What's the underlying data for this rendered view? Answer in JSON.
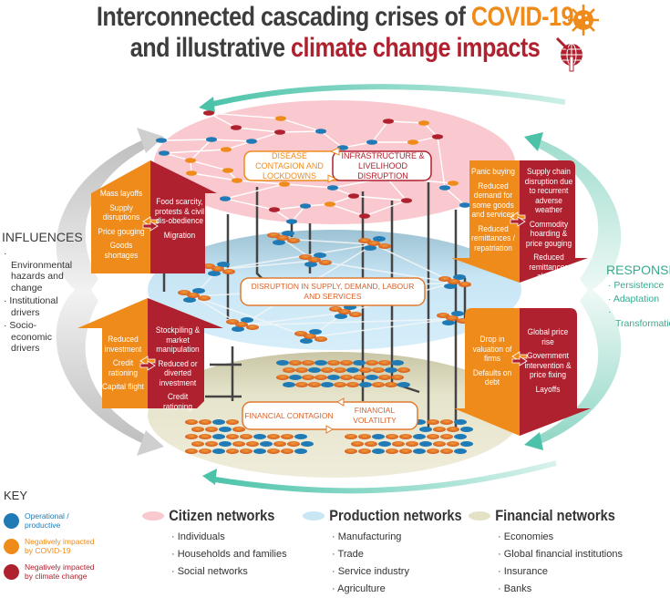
{
  "title": {
    "line1_prefix": "Interconnected cascading crises of ",
    "line1_highlight": "COVID-19",
    "line2_prefix": "and illustrative ",
    "line2_highlight": "climate change impacts"
  },
  "colors": {
    "covid_orange": "#ef8b1a",
    "climate_red": "#b0212f",
    "operational_blue": "#1f7ab5",
    "citizen_pink": "#f9c9cf",
    "production_blue": "#c9e6f5",
    "financial_beige": "#e4e2c4",
    "response_teal": "#4cc3a9"
  },
  "influences": {
    "title": "INFLUENCES",
    "items": [
      "Environmental hazards and change",
      "Institutional drivers",
      "Socio-economic drivers"
    ]
  },
  "responses": {
    "title": "RESPONSES",
    "items": [
      "Persistence",
      "Adaptation",
      "Transformation"
    ]
  },
  "layers": {
    "citizen": {
      "label_left": "DISEASE CONTAGION AND LOCKDOWNS",
      "label_right": "INFRASTRUCTURE & LIVELIHOOD DISRUPTION"
    },
    "production": {
      "label": "DISRUPTION IN SUPPLY, DEMAND, LABOUR AND SERVICES"
    },
    "financial": {
      "label_left": "FINANCIAL CONTAGION",
      "label_right": "FINANCIAL VOLATILITY"
    }
  },
  "arrows": {
    "upper_left": {
      "covid": [
        "Mass layoffs",
        "Supply disruptions",
        "Price gouging",
        "Goods shortages"
      ],
      "climate": [
        "Food scarcity, protests & civil dis-obedience",
        "Migration"
      ]
    },
    "upper_right": {
      "covid": [
        "Panic buying",
        "Reduced demand for some goods and services",
        "Reduced remittances / repatriation"
      ],
      "climate": [
        "Supply chain disruption due to recurrent adverse weather",
        "Commodity hoarding & price gouging",
        "Reduced remittances abroad"
      ]
    },
    "lower_left": {
      "covid": [
        "Reduced investment",
        "Credit rationing",
        "Capital flight"
      ],
      "climate": [
        "Stockpiling & market manipulation",
        "Reduced or diverted investment",
        "Credit rationing"
      ]
    },
    "lower_right": {
      "covid": [
        "Drop in valuation of firms",
        "Defaults on debt"
      ],
      "climate": [
        "Global price rise",
        "Government intervention & price fixing",
        "Layoffs"
      ]
    }
  },
  "key": {
    "title": "KEY",
    "items": [
      {
        "label": "Operational / productive",
        "color": "#1f7ab5"
      },
      {
        "label": "Negatively impacted by COVID-19",
        "color": "#ef8b1a"
      },
      {
        "label": "Negatively impacted by climate change",
        "color": "#b0212f"
      }
    ]
  },
  "networks": [
    {
      "title": "Citizen networks",
      "color": "#f9c9cf",
      "items": [
        "Individuals",
        "Households and families",
        "Social networks"
      ]
    },
    {
      "title": "Production networks",
      "color": "#c9e6f5",
      "items": [
        "Manufacturing",
        "Trade",
        "Service industry",
        "Agriculture"
      ]
    },
    {
      "title": "Financial networks",
      "color": "#e4e2c4",
      "items": [
        "Economies",
        "Global financial institutions",
        "Insurance",
        "Banks"
      ]
    }
  ]
}
